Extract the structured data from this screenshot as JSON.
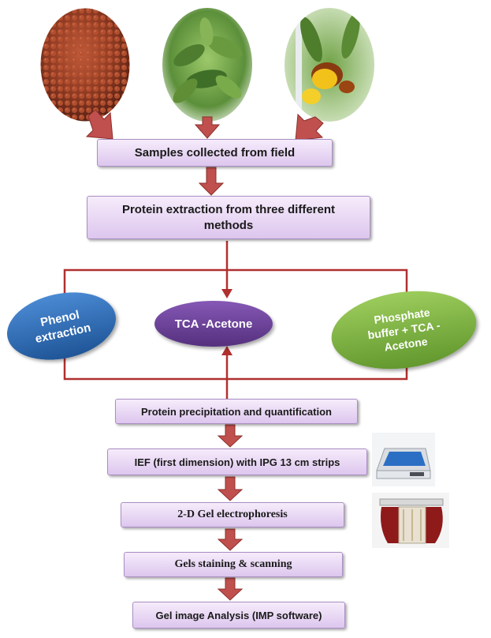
{
  "steps": {
    "samples": "Samples collected from field",
    "extraction": "Protein extraction from three different methods",
    "precipitation": "Protein precipitation and quantification",
    "ief": "IEF (first dimension) with IPG 13 cm strips",
    "gel": "2-D Gel electrophoresis",
    "staining": "Gels staining & scanning",
    "analysis": "Gel image Analysis (IMP software)"
  },
  "methods": {
    "phenol": "Phenol extraction",
    "tca": "TCA -Acetone",
    "phosphate": "Phosphate buffer + TCA -Acetone"
  },
  "colors": {
    "arrow": "#c0504d",
    "connector": "#b03030",
    "phenol": "#2f6db5",
    "tca": "#6a3d9a",
    "phosphate": "#7cb342",
    "box_border": "#a98fc4"
  },
  "icons": {
    "seeds": "seeds-photo-icon",
    "plant": "plant-photo-icon",
    "flower": "flower-photo-icon",
    "ief_device": "ief-device-photo-icon",
    "gel_tank": "gel-tank-photo-icon"
  }
}
